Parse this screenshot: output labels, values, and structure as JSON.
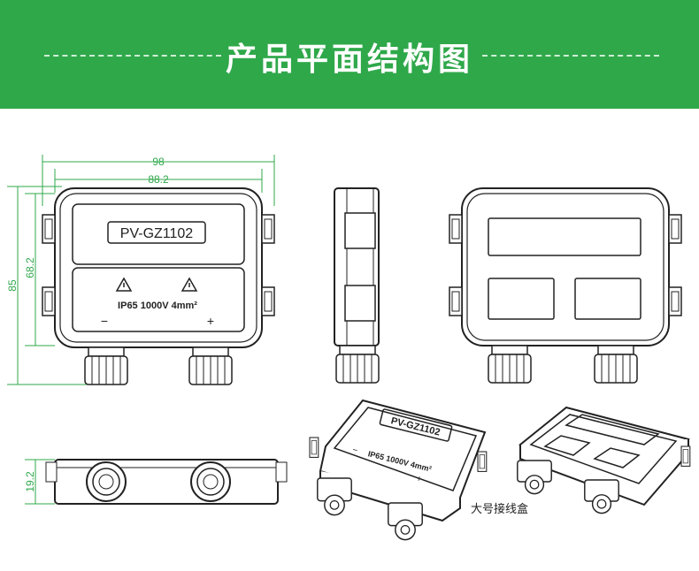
{
  "header": {
    "title": "产品平面结构图"
  },
  "dimensions": {
    "width_outer": "98",
    "width_inner": "88.2",
    "height_outer": "85",
    "height_inner": "68.2",
    "depth": "19.2"
  },
  "front_label": {
    "model": "PV-GZ1102",
    "rating": "IP65 1000V 4mm²",
    "minus": "−",
    "plus": "+"
  },
  "iso_label": {
    "model": "PV-GZ1102",
    "rating": "IP65 1000V 4mm²",
    "minus": "−",
    "plus": "+"
  },
  "caption": "大号接线盒",
  "colors": {
    "banner": "#2fa84a",
    "dimension": "#2fa84a",
    "line": "#222222"
  }
}
